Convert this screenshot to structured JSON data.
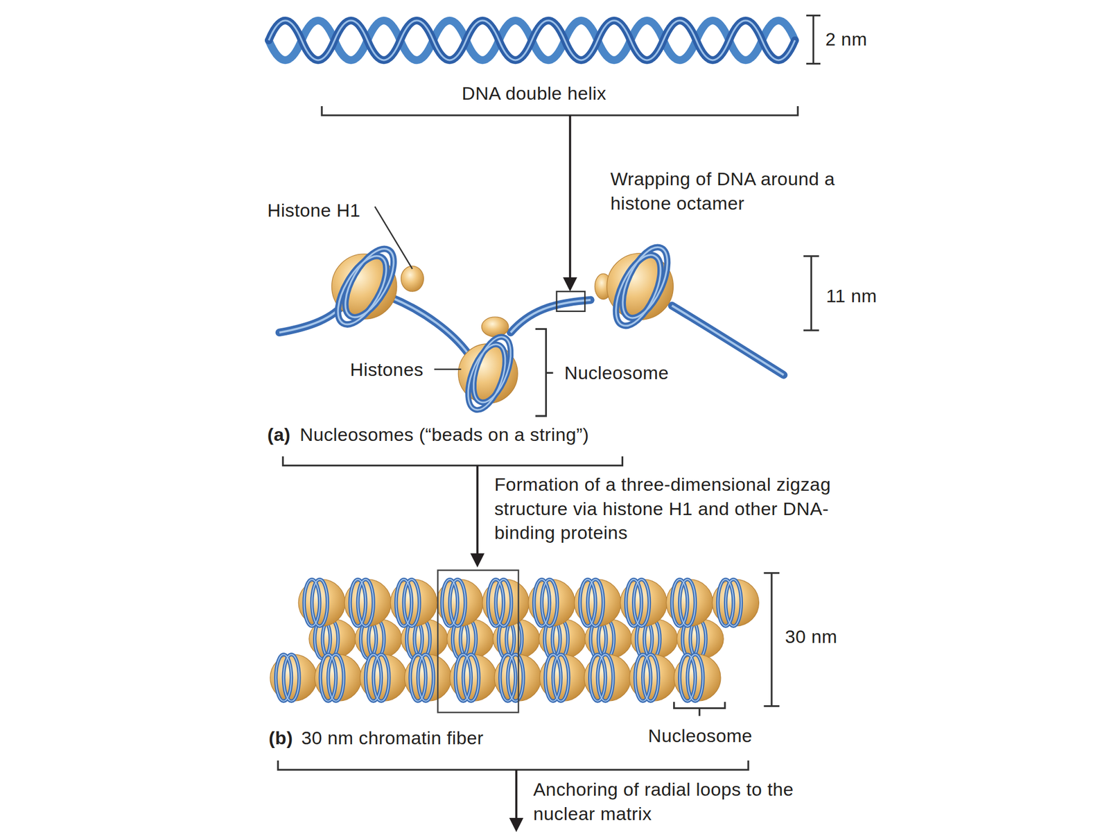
{
  "diagram": {
    "labels": [
      "2 nm",
      "DNA double helix",
      "Wrapping of DNA around a histone octamer",
      "Histone H1",
      "11 nm",
      "Histones",
      "Nucleosome",
      "(a)",
      "Nucleosomes (“beads on a string”)",
      "Formation of a three-dimensional zigzag structure via histone H1 and other DNA-binding proteins",
      "30 nm",
      "(b)",
      "30 nm chromatin fiber",
      "Nucleosome",
      "Anchoring of radial loops to the nuclear matrix"
    ]
  }
}
